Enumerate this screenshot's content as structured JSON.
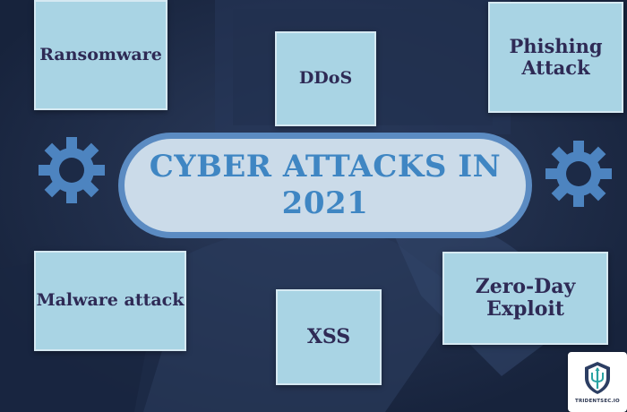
{
  "title": {
    "line1": "CYBER ATTACKS IN",
    "line2": "2021"
  },
  "attacks": {
    "ransomware": "Ransomware",
    "ddos": "DDoS",
    "phishing_line1": "Phishing",
    "phishing_line2": "Attack",
    "malware": "Malware attack",
    "xss": "XSS",
    "zeroday_line1": "Zero-Day",
    "zeroday_line2": "Exploit"
  },
  "logo": {
    "text": "TRIDENTSEC.IO"
  },
  "colors": {
    "background": "#1c2a46",
    "card": "#a9d4e4",
    "card_text": "#2e2a55",
    "title_text": "#3f86c3",
    "pill_border": "#5b8bc2",
    "pill_fill": "#cbdbe9",
    "gear": "#4d84c0"
  }
}
